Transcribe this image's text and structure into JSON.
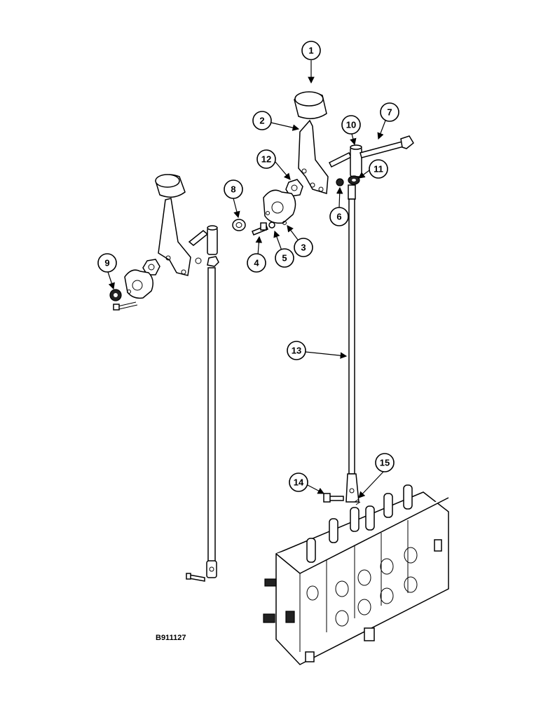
{
  "figure_code": "B911127",
  "callouts": [
    {
      "id": "1",
      "label": "1"
    },
    {
      "id": "2",
      "label": "2"
    },
    {
      "id": "3",
      "label": "3"
    },
    {
      "id": "4",
      "label": "4"
    },
    {
      "id": "5",
      "label": "5"
    },
    {
      "id": "6",
      "label": "6"
    },
    {
      "id": "7",
      "label": "7"
    },
    {
      "id": "8",
      "label": "8"
    },
    {
      "id": "9",
      "label": "9"
    },
    {
      "id": "10",
      "label": "10"
    },
    {
      "id": "11",
      "label": "11"
    },
    {
      "id": "12",
      "label": "12"
    },
    {
      "id": "13",
      "label": "13"
    },
    {
      "id": "14",
      "label": "14"
    },
    {
      "id": "15",
      "label": "15"
    }
  ]
}
